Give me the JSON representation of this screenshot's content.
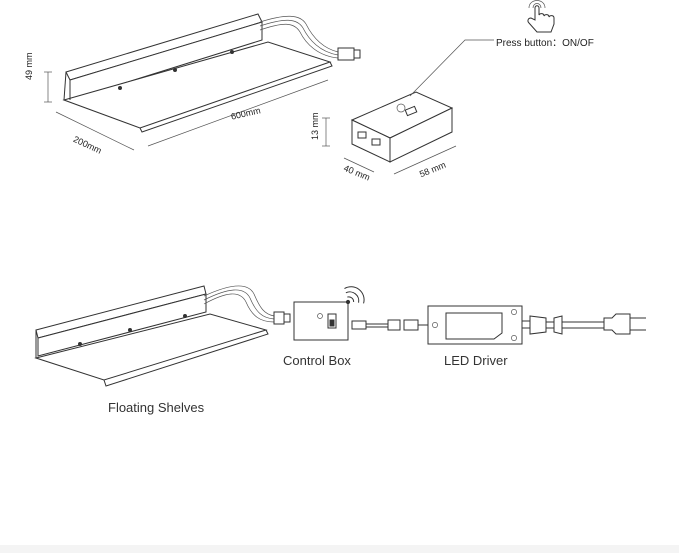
{
  "labels": {
    "press_button": "Press button：ON/OF",
    "dim_height_shelf": "49 mm",
    "dim_depth_shelf": "200mm",
    "dim_length_shelf": "600mm",
    "dim_height_box": "13 mm",
    "dim_width_box": "40 mm",
    "dim_length_box": "58 mm",
    "control_box": "Control Box",
    "led_driver": "LED Driver",
    "floating_shelves": "Floating Shelves"
  },
  "icons": {
    "hand": "hand-press-icon",
    "wireless": "wireless-signal-icon",
    "plug": "power-plug-icon"
  },
  "colors": {
    "line": "#333333",
    "background": "#ffffff"
  }
}
